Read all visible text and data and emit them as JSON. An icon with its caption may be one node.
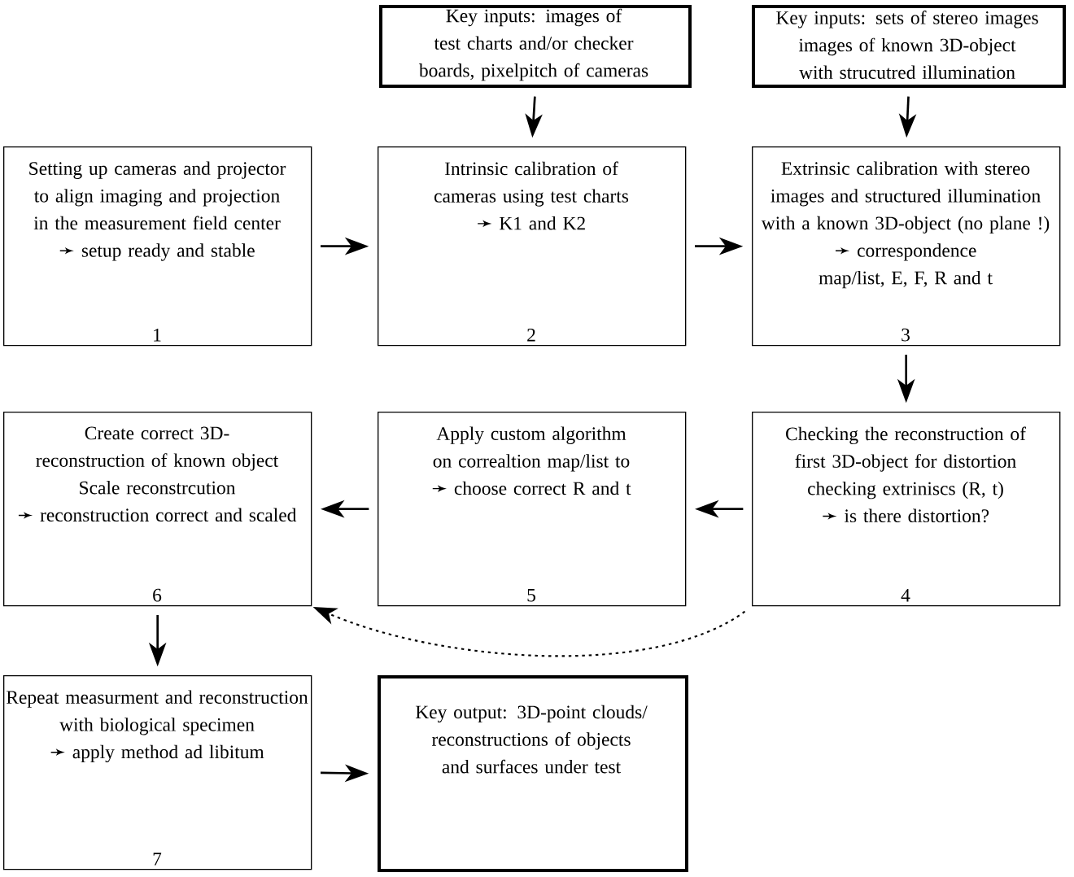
{
  "diagram": {
    "nodes": [
      {
        "text": [
          "Key inputs: images of test charts and/or checker boards, pixelpitch of cameras"
        ]
      },
      {
        "text": [
          "Key inputs: sets of stereo images images of known 3D-object with strucutred illumination"
        ]
      },
      {
        "text": [
          "Setting up cameras and projector to align imaging and projection in the measurement field center",
          "➛ setup ready and stable",
          "1"
        ]
      },
      {
        "text": [
          "Intrinsic calibration of cameras using test charts",
          "➛ K1 and K2",
          "2"
        ]
      },
      {
        "text": [
          "Extrinsic calibration with stereo images and structured illumination with a known 3D-object (no plane !)",
          "➛ correspondence map/list, E, F, R and t",
          "3"
        ]
      },
      {
        "text": [
          "Create correct 3D-reconstruction of known object",
          "Scale reconstrcution",
          "➛ reconstruction correct and scaled",
          "6"
        ]
      },
      {
        "text": [
          "Apply custom algorithm on correaltion map/list to",
          "➛ choose correct R and t",
          "5"
        ]
      },
      {
        "text": [
          "Checking the reconstruction of first 3D-object for distortion",
          "checking extriniscs (R, t)",
          "➛ is there distortion?",
          "4"
        ]
      },
      {
        "text": [
          "Repeat measurment and reconstruction with biological specimen",
          "➛ apply method ad libitum",
          "7"
        ]
      },
      {
        "text": [
          "Key output: 3D-point clouds/ reconstructions of objects and surfaces under test"
        ]
      }
    ],
    "edges": [
      {
        "from": 0,
        "to": 3,
        "arrow": "to"
      },
      {
        "from": 1,
        "to": 4,
        "arrow": "to"
      },
      {
        "from": 2,
        "to": 3,
        "arrow": "to"
      },
      {
        "from": 3,
        "to": 4,
        "arrow": "to"
      },
      {
        "from": 4,
        "to": 7,
        "arrow": "to"
      },
      {
        "from": 7,
        "to": 6,
        "arrow": "to"
      },
      {
        "from": 6,
        "to": 5,
        "arrow": "to"
      },
      {
        "from": 7,
        "to": 5,
        "arrow": "to",
        "style": "dashed"
      },
      {
        "from": 5,
        "to": 8,
        "arrow": "to"
      },
      {
        "from": 8,
        "to": 9,
        "arrow": "to"
      }
    ]
  }
}
